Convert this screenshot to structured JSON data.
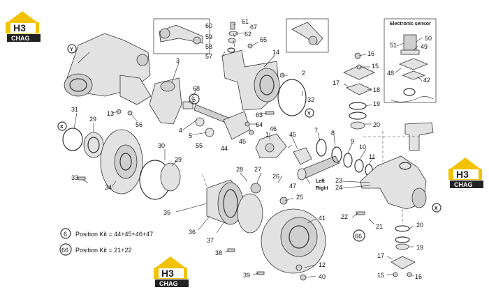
{
  "logo": {
    "mark": "H3",
    "word": "CHAG",
    "accent": "#f2c200"
  },
  "inset_title": "Electronic sensor",
  "callouts": {
    "c1": "1",
    "c2": "2",
    "c3": "3",
    "c4": "4",
    "c5": "5",
    "c6": "6",
    "c7": "7",
    "c8": "8",
    "c9": "9",
    "c10": "10",
    "c11": "11",
    "c12": "12",
    "c13": "13",
    "c14": "14",
    "c15": "15",
    "c16": "16",
    "c17": "17",
    "c18": "18",
    "c19": "19",
    "c20": "20",
    "c21": "21",
    "c22": "22",
    "c23": "23",
    "c24": "24",
    "c25": "25",
    "c26": "26",
    "c27": "27",
    "c28": "28",
    "c29": "29",
    "c30": "30",
    "c31": "31",
    "c32": "32",
    "c33": "33",
    "c34": "34",
    "c35": "35",
    "c36": "36",
    "c37": "37",
    "c38": "38",
    "c39": "39",
    "c40": "40",
    "c41": "41",
    "c42": "42",
    "c44": "44",
    "c45": "45",
    "c46": "46",
    "c47": "47",
    "c48": "48",
    "c49": "49",
    "c50": "50",
    "c51": "51",
    "c55": "55",
    "c56": "56",
    "c57": "57",
    "c58": "58",
    "c59": "59",
    "c60": "60",
    "c61": "61",
    "c62": "62",
    "c63": "63",
    "c64": "64",
    "c65": "65",
    "c66": "66",
    "c67": "67",
    "c68": "68"
  },
  "markers": {
    "x": "X",
    "y": "Y"
  },
  "side_labels": {
    "left": "Left",
    "right": "Right"
  },
  "legend": [
    {
      "circle": "6",
      "text": "Position Kit = 44+45+46+47"
    },
    {
      "circle": "66",
      "text": "Position Kit = 21+22"
    }
  ]
}
